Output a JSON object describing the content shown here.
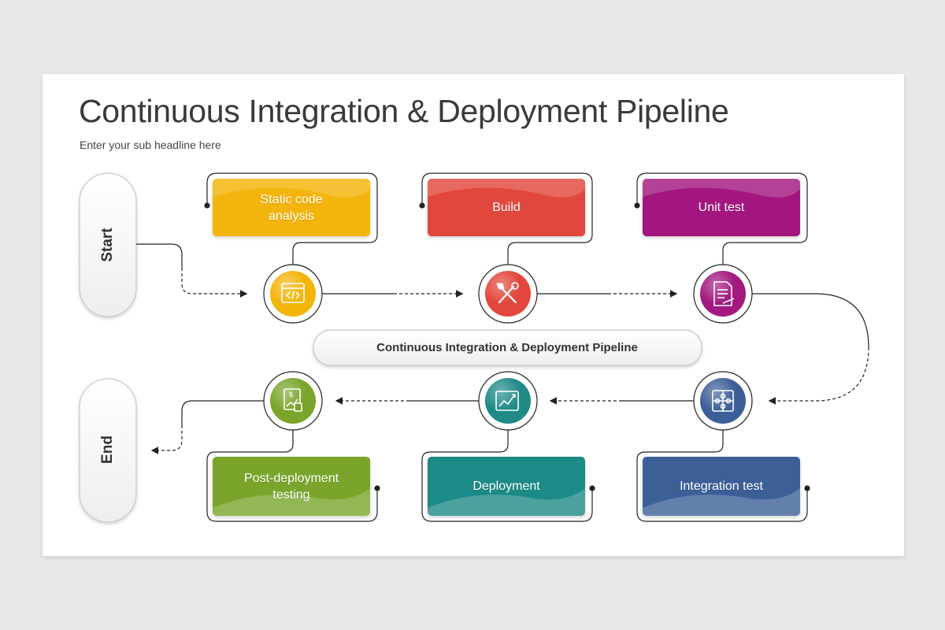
{
  "header": {
    "title": "Continuous Integration & Deployment Pipeline",
    "subtitle": "Enter your sub headline here"
  },
  "start_label": "Start",
  "end_label": "End",
  "center_label": "Continuous Integration & Deployment Pipeline",
  "stages": [
    {
      "label": "Static code\nanalysis",
      "icon": "code-window-icon",
      "color": "#f3b50a",
      "color_dark": "#d99a00"
    },
    {
      "label": "Build",
      "icon": "tools-icon",
      "color": "#e2463c",
      "color_dark": "#c52f27"
    },
    {
      "label": "Unit test",
      "icon": "document-check-icon",
      "color": "#a3197f",
      "color_dark": "#830f66"
    },
    {
      "label": "Integration test",
      "icon": "puzzle-icon",
      "color": "#3d5f98",
      "color_dark": "#2a4678"
    },
    {
      "label": "Deployment",
      "icon": "chart-window-icon",
      "color": "#1f8a86",
      "color_dark": "#126b68"
    },
    {
      "label": "Post-deployment\ntesting",
      "icon": "money-report-icon",
      "color": "#7aa52a",
      "color_dark": "#5b851a"
    }
  ]
}
